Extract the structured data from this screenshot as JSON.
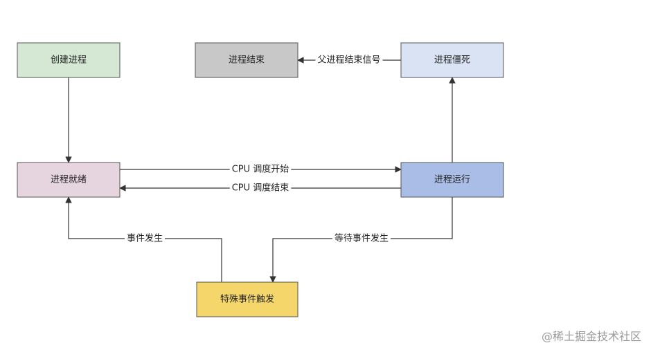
{
  "nodes": [
    {
      "id": "create",
      "label": "创建进程",
      "color": "#d5e8d4"
    },
    {
      "id": "end",
      "label": "进程结束",
      "color": "#c8c8c8"
    },
    {
      "id": "zombie",
      "label": "进程僵死",
      "color": "#dae3f3"
    },
    {
      "id": "ready",
      "label": "进程就绪",
      "color": "#e6d5de"
    },
    {
      "id": "running",
      "label": "进程运行",
      "color": "#a9bde6"
    },
    {
      "id": "special",
      "label": "特殊事件触发",
      "color": "#f5d66b"
    }
  ],
  "edges": [
    {
      "id": "create-ready",
      "from": "create",
      "to": "ready",
      "label": ""
    },
    {
      "id": "zombie-end",
      "from": "zombie",
      "to": "end",
      "label": "父进程结束信号"
    },
    {
      "id": "ready-running",
      "from": "ready",
      "to": "running",
      "label": "CPU 调度开始"
    },
    {
      "id": "running-ready",
      "from": "running",
      "to": "ready",
      "label": "CPU 调度结束"
    },
    {
      "id": "running-zombie",
      "from": "running",
      "to": "zombie",
      "label": ""
    },
    {
      "id": "special-ready",
      "from": "special",
      "to": "ready",
      "label": "事件发生"
    },
    {
      "id": "running-special",
      "from": "running",
      "to": "special",
      "label": "等待事件发生"
    }
  ],
  "watermark": "@稀土掘金技术社区"
}
